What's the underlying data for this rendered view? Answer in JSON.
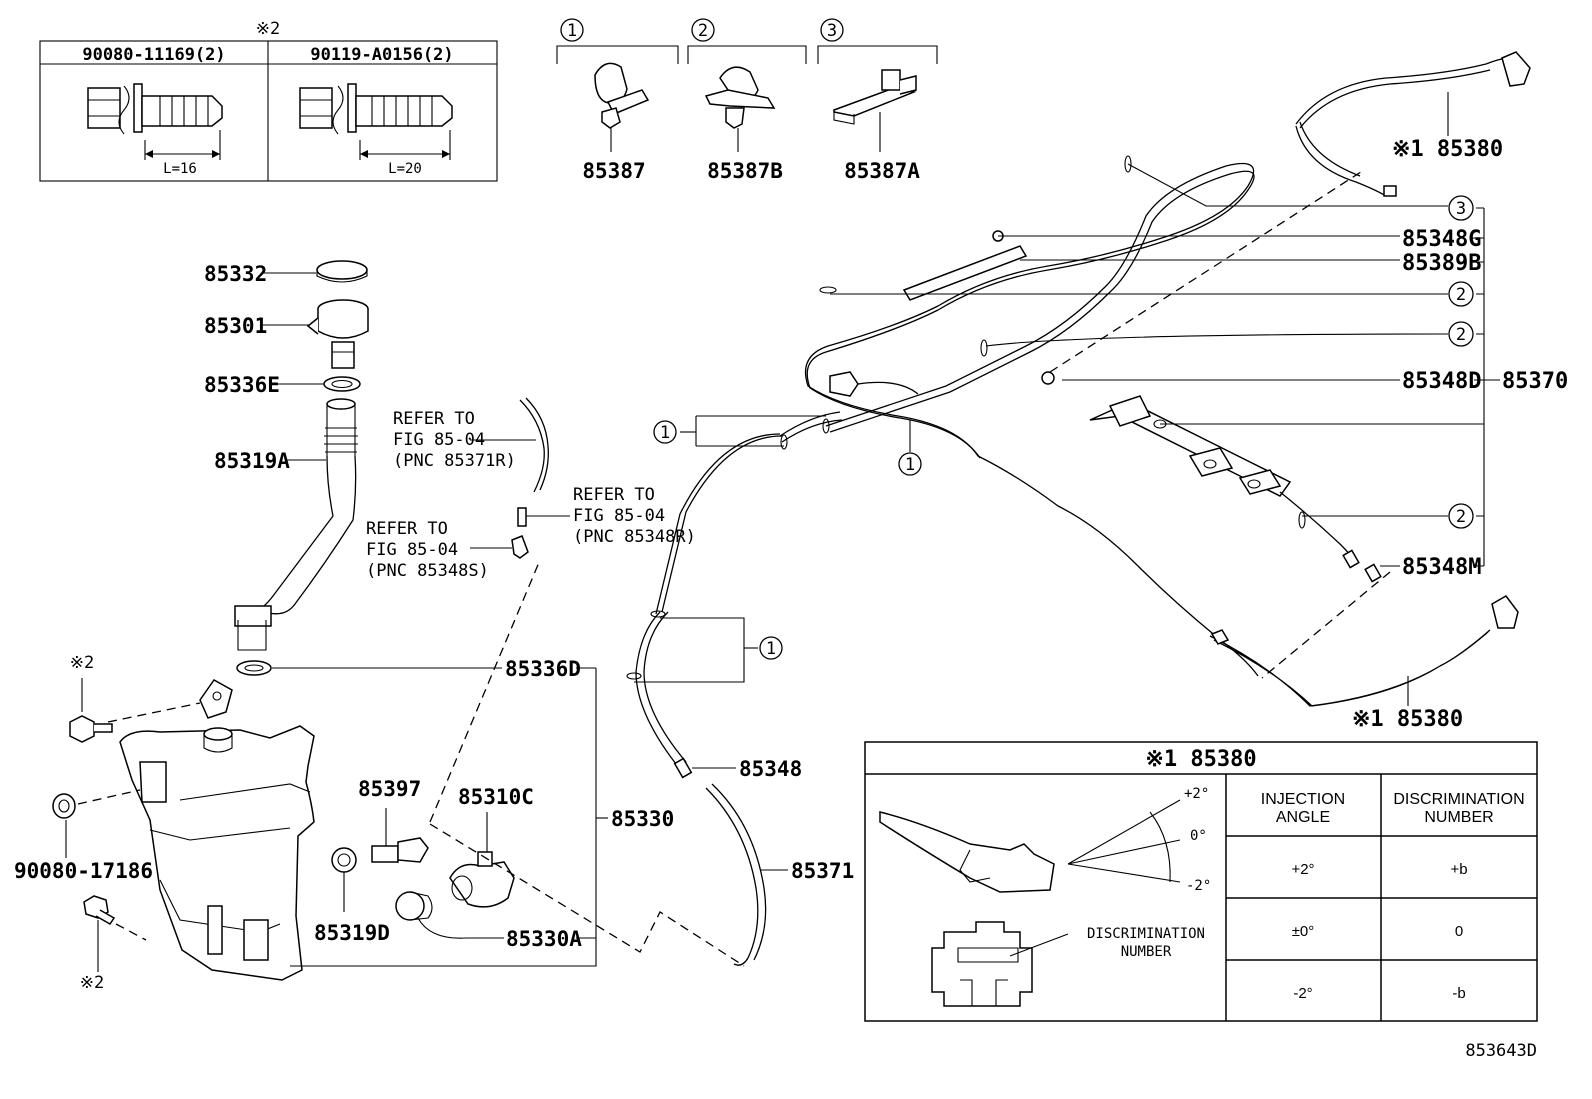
{
  "mark2_symbol": "※2",
  "bolt_table": {
    "col1_part": "90080-11169(2)",
    "col2_part": "90119-A0156(2)",
    "col1_length": "L=16",
    "col2_length": "L=20"
  },
  "clip_legend": [
    {
      "num": "1",
      "part": "85387"
    },
    {
      "num": "2",
      "part": "85387B"
    },
    {
      "num": "3",
      "part": "85387A"
    }
  ],
  "parts": {
    "p85332": "85332",
    "p85301": "85301",
    "p85336E": "85336E",
    "p85319A": "85319A",
    "p85336D": "85336D",
    "p85330": "85330",
    "p85397": "85397",
    "p85310C": "85310C",
    "p85319D": "85319D",
    "p85330A": "85330A",
    "p90080_17186": "90080-17186",
    "p85348": "85348",
    "p85371": "85371",
    "p85348G": "85348G",
    "p85389B": "85389B",
    "p85348D": "85348D",
    "p85370": "85370",
    "p85348M": "85348M",
    "p85380_top": "※1 85380",
    "p85380_bottom": "※1 85380"
  },
  "refers": [
    {
      "l1": "REFER TO",
      "l2": "FIG 85-04",
      "l3": "(PNC 85371R)"
    },
    {
      "l1": "REFER TO",
      "l2": "FIG 85-04",
      "l3": "(PNC 85348R)"
    },
    {
      "l1": "REFER TO",
      "l2": "FIG 85-04",
      "l3": "(PNC 85348S)"
    }
  ],
  "callouts": {
    "c1": "1",
    "c2": "2",
    "c3": "3"
  },
  "nozzle_table": {
    "title": "※1 85380",
    "col1_header_l1": "INJECTION",
    "col1_header_l2": "ANGLE",
    "col2_header_l1": "DISCRIMINATION",
    "col2_header_l2": "NUMBER",
    "rows": [
      {
        "angle": "+2°",
        "number": "+b"
      },
      {
        "angle": "±0°",
        "number": "0"
      },
      {
        "angle": "-2°",
        "number": "-b"
      }
    ],
    "angle_plus": "+2°",
    "angle_zero": "0°",
    "angle_minus": "-2°",
    "disc_l1": "DISCRIMINATION",
    "disc_l2": "NUMBER"
  },
  "figure_id": "853643D"
}
